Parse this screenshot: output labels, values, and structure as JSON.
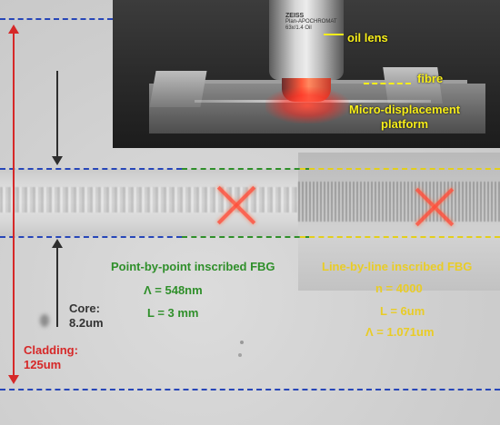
{
  "photo_labels": {
    "oil_lens": "oil lens",
    "fibre": "fibre",
    "platform_line1": "Micro-displacement",
    "platform_line2": "platform"
  },
  "lens_marking": {
    "brand": "ZEISS",
    "model": "Plan-APOCHROMAT",
    "spec": "63x/1.4 Oil"
  },
  "point_by_point": {
    "title": "Point-by-point  inscribed FBG",
    "lambda": "Λ = 548nm",
    "length": "L = 3 mm"
  },
  "line_by_line": {
    "title": "Line-by-line inscribed FBG",
    "n": "n = 4000",
    "length": "L = 6um",
    "lambda": "Λ = 1.071um"
  },
  "core": {
    "line1": "Core:",
    "line2": "8.2um"
  },
  "cladding": {
    "line1": "Cladding:",
    "line2": "125um"
  },
  "colors": {
    "blue_dash": "#2746b8",
    "green": "#2f8f2a",
    "yellow": "#e9cc26",
    "red": "#d62828",
    "photo_label": "#f7ee1a"
  }
}
